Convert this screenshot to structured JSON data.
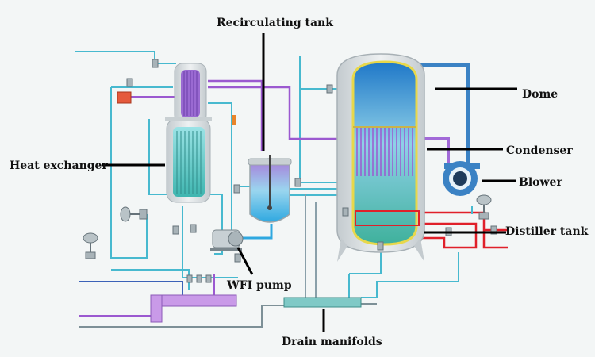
{
  "labels": {
    "recirculating_tank": "Recirculating tank",
    "dome": "Dome",
    "condenser": "Condenser",
    "blower": "Blower",
    "heat_exchanger": "Heat exchanger",
    "distiller_tank": "Distiller tank",
    "wfi_pump": "WFI pump",
    "drain_manifolds": "Drain manifolds"
  },
  "colors": {
    "background": "#f3f6f6",
    "pipe_cyan": "#47b9cf",
    "pipe_blue": "#3b82c4",
    "pipe_purple": "#9b59d0",
    "pipe_red": "#e0202a",
    "pipe_gray": "#8aa0aa",
    "vessel_shell": "#d7dcdf",
    "steam_top": "#2d7fc9",
    "water_bottom": "#46b8a6",
    "rim_yellow": "#e8d84a",
    "heater_red": "#e55a3c"
  }
}
